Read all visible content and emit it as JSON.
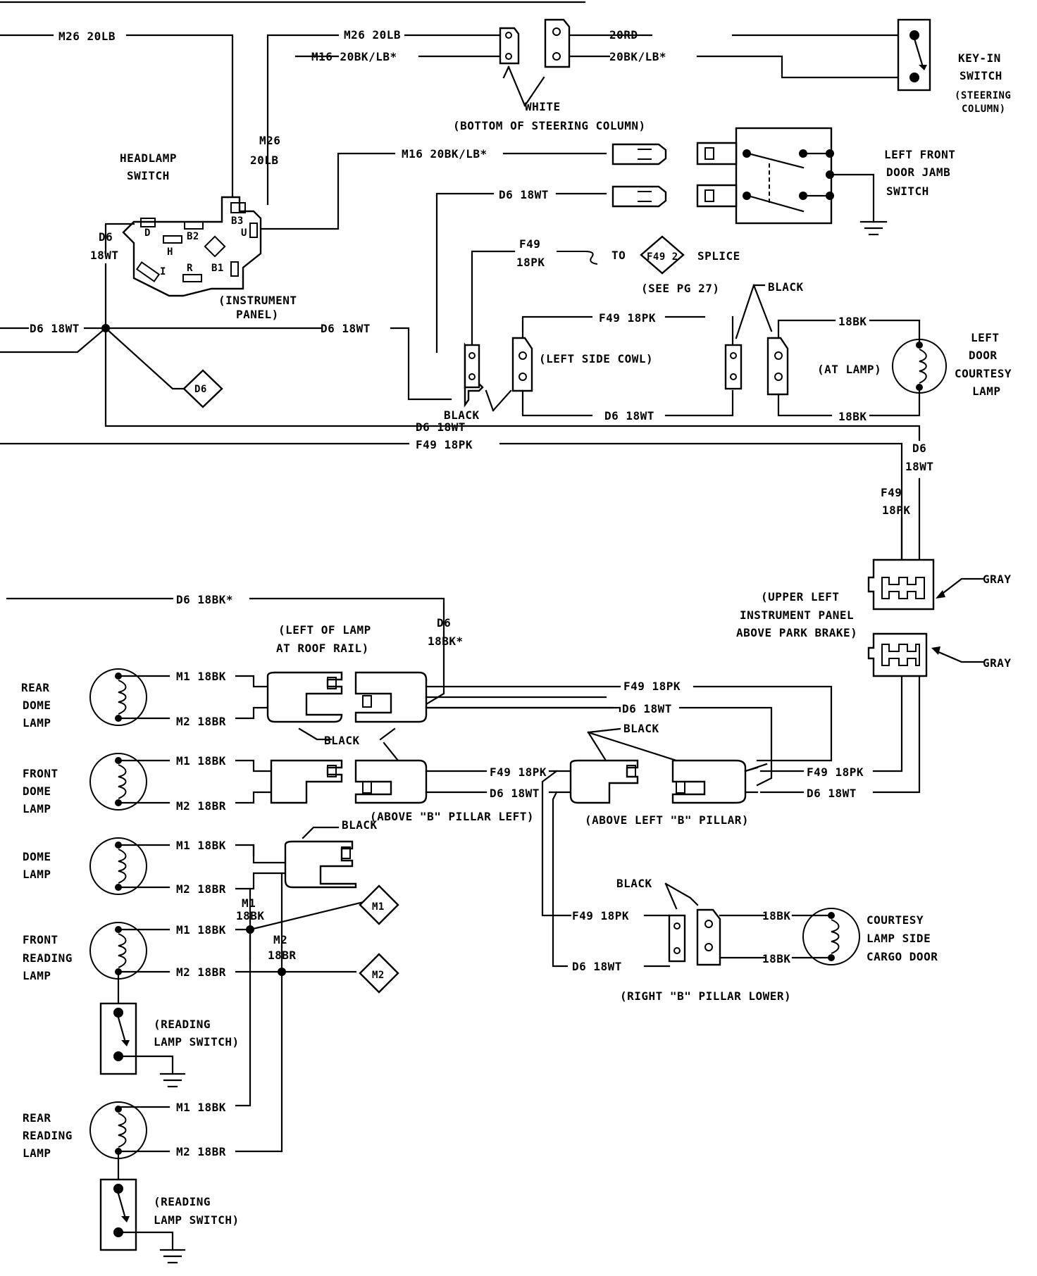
{
  "wire_labels": {
    "m26_20lb": "M26 20LB",
    "m16_20bk_lb": "M16 20BK/LB*",
    "m26": "M26",
    "lb20": "20LB",
    "rd20": "20RD",
    "bk_lb20": "20BK/LB*",
    "d6": "D6",
    "wt18": "18WT",
    "d6_18wt": "D6 18WT",
    "f49": "F49",
    "pk18": "18PK",
    "f49_18pk": "F49 18PK",
    "d6_18bk": "D6 18BK*",
    "bk18_star": "18BK*",
    "bk18": "18BK",
    "m1_18bk": "M1 18BK",
    "m2_18br": "M2 18BR",
    "m1": "M1",
    "m2": "M2",
    "br18": "18BR"
  },
  "connector_labels": {
    "white": "WHITE",
    "black": "BLACK",
    "gray": "GRAY"
  },
  "locations": {
    "bottom_steering_column": "(BOTTOM OF STEERING COLUMN)",
    "instrument_panel_1": "(INSTRUMENT",
    "instrument_panel_2": "PANEL)",
    "see_pg_27": "(SEE PG 27)",
    "left_side_cowl": "(LEFT SIDE COWL)",
    "at_lamp": "(AT LAMP)",
    "upper_left_1": "(UPPER LEFT",
    "upper_left_2": "INSTRUMENT PANEL",
    "upper_left_3": "ABOVE PARK BRAKE)",
    "left_of_lamp_1": "(LEFT OF LAMP",
    "left_of_lamp_2": "AT ROOF RAIL)",
    "above_b_pillar_left": "(ABOVE \"B\" PILLAR LEFT)",
    "above_left_b_pillar": "(ABOVE LEFT \"B\" PILLAR)",
    "right_b_pillar_lower": "(RIGHT \"B\" PILLAR LOWER)"
  },
  "components": {
    "key_in_switch": [
      "KEY-IN",
      "SWITCH",
      "(STEERING",
      "COLUMN)"
    ],
    "headlamp_switch": [
      "HEADLAMP",
      "SWITCH"
    ],
    "left_front_door_jamb_switch": [
      "LEFT FRONT",
      "DOOR JAMB",
      "SWITCH"
    ],
    "left_door_courtesy_lamp": [
      "LEFT",
      "DOOR",
      "COURTESY",
      "LAMP"
    ],
    "rear_dome_lamp": [
      "REAR",
      "DOME",
      "LAMP"
    ],
    "front_dome_lamp": [
      "FRONT",
      "DOME",
      "LAMP"
    ],
    "dome_lamp": [
      "DOME",
      "LAMP"
    ],
    "front_reading_lamp": [
      "FRONT",
      "READING",
      "LAMP"
    ],
    "reading_lamp_switch": [
      "(READING",
      "LAMP SWITCH)"
    ],
    "rear_reading_lamp": [
      "REAR",
      "READING",
      "LAMP"
    ],
    "courtesy_lamp_side_cargo_door": [
      "COURTESY",
      "LAMP SIDE",
      "CARGO DOOR"
    ]
  },
  "headlamp_pins": [
    "D",
    "H",
    "B2",
    "I",
    "R",
    "B1",
    "B3",
    "U"
  ],
  "splices": {
    "d6": "D6",
    "m1": "M1",
    "m2": "M2",
    "f49_2": "F49 2",
    "to": "TO",
    "splice": "SPLICE"
  }
}
